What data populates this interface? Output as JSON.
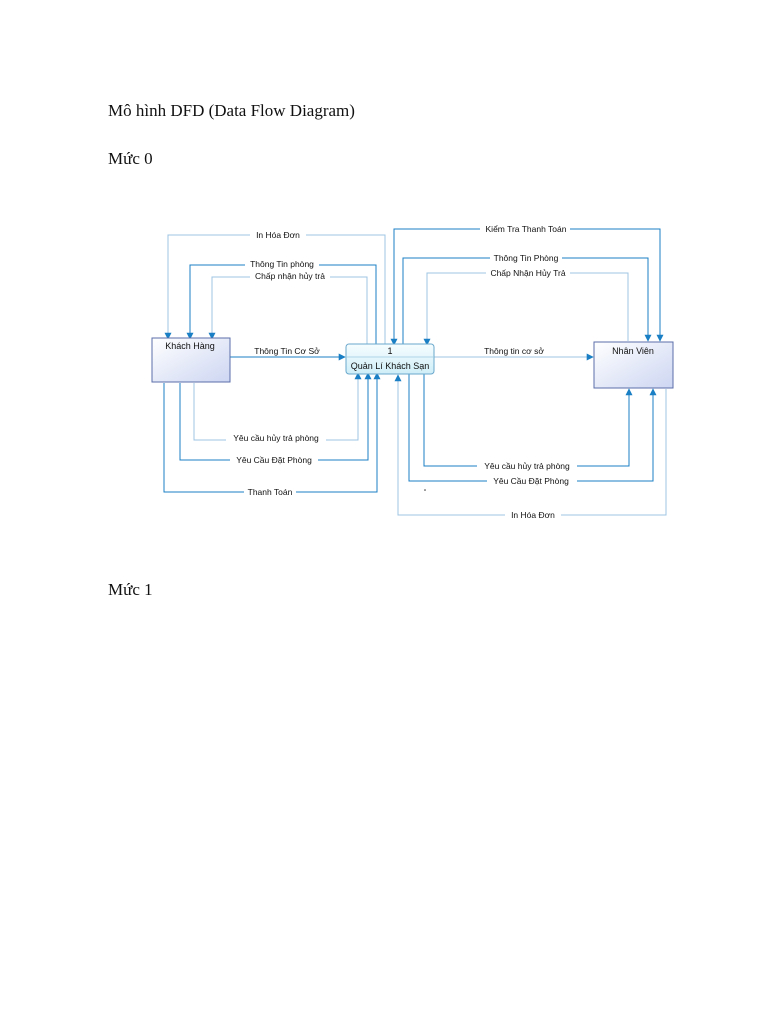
{
  "document": {
    "heading": "Mô hình DFD (Data Flow Diagram)",
    "level0_label": "Mức 0",
    "level1_label": "Mức 1"
  },
  "diagram": {
    "entity_customer": "Khách Hàng",
    "process_number": "1",
    "process_name": "Quản Lí Khách Sạn",
    "entity_staff": "Nhân Viên",
    "flows": {
      "c_invoice": "In Hóa Đơn",
      "c_room_info": "Thông Tin phòng",
      "c_cancel_accept": "Chấp nhận hủy trả",
      "c_base_info": "Thông Tin Cơ Sở",
      "c_cancel_request": "Yêu cầu hủy trả phòng",
      "c_booking": "Yêu Cầu Đặt Phòng",
      "c_payment": "Thanh Toán",
      "s_check_payment": "Kiểm Tra Thanh Toán",
      "s_room_info": "Thông Tin Phòng",
      "s_cancel_accept": "Chấp Nhận Hủy Trả",
      "s_base_info": "Thông tin cơ sở",
      "s_cancel_request": "Yêu cầu hủy trả phòng",
      "s_booking": "Yêu Cầu Đặt Phòng",
      "s_invoice": "In Hóa Đơn"
    }
  }
}
